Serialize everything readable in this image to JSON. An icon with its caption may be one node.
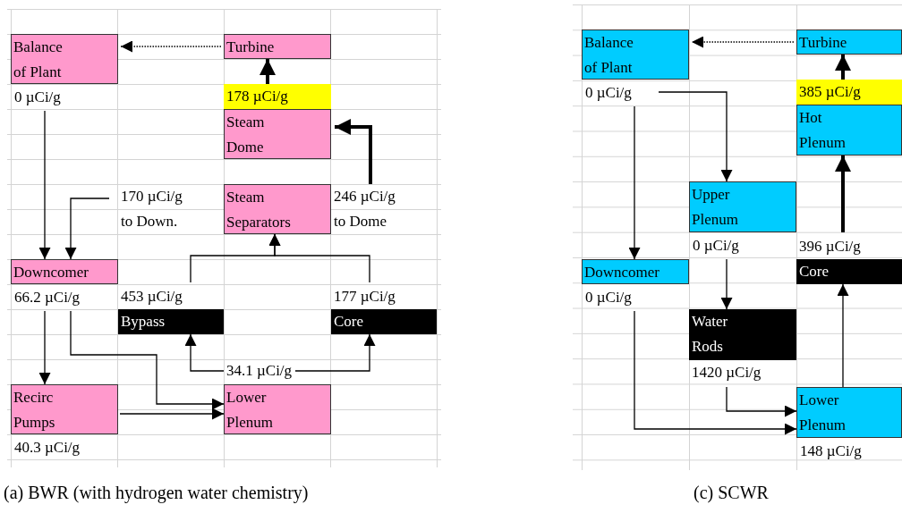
{
  "diagram": {
    "nodes": [
      {
        "text": [
          "Balance of Plant"
        ],
        "beside": [
          "0 µCi/g"
        ]
      },
      {
        "text": [
          "Turbine"
        ]
      },
      {
        "text": [
          "178 µCi/g"
        ]
      },
      {
        "text": [
          "Steam Dome"
        ]
      },
      {
        "text": [
          "170 µCi/g to Down."
        ]
      },
      {
        "text": [
          "Steam Separators"
        ]
      },
      {
        "text": [
          "246 µCi/g to Dome"
        ]
      },
      {
        "text": [
          "Downcomer"
        ],
        "beside": [
          "66.2 µCi/g"
        ]
      },
      {
        "text": [
          "Bypass"
        ],
        "beside": [
          "453 µCi/g"
        ]
      },
      {
        "text": [
          "Core"
        ],
        "beside": [
          "177 µCi/g"
        ]
      },
      {
        "text": [
          "34.1 µCi/g"
        ]
      },
      {
        "text": [
          "Recirc Pumps"
        ],
        "beside": [
          "40.3 µCi/g"
        ]
      },
      {
        "text": [
          "Lower Plenum"
        ]
      },
      {
        "text": [
          "Balance of Plant"
        ],
        "beside": [
          "0 µCi/g"
        ]
      },
      {
        "text": [
          "Turbine"
        ]
      },
      {
        "text": [
          "385 µCi/g"
        ]
      },
      {
        "text": [
          "Hot Plenum"
        ]
      },
      {
        "text": [
          "Upper Plenum"
        ],
        "beside": [
          "0 µCi/g"
        ]
      },
      {
        "text": [
          "Downcomer"
        ],
        "beside": [
          "0 µCi/g"
        ]
      },
      {
        "text": [
          "Core"
        ],
        "beside": [
          "396 µCi/g"
        ]
      },
      {
        "text": [
          "Water Rods"
        ],
        "beside": [
          "1420 µCi/g"
        ]
      },
      {
        "text": [
          "Lower Plenum"
        ],
        "beside": [
          "148 µCi/g"
        ]
      }
    ],
    "edges": [
      {
        "from": 1,
        "to": 0,
        "arrow": "to",
        "style": "dashed"
      },
      {
        "from": 0,
        "to": 7,
        "arrow": "to"
      },
      {
        "from": 2,
        "to": 1,
        "arrow": "to",
        "style": "thick"
      },
      {
        "from": 6,
        "to": 3,
        "arrow": "to",
        "style": "thick"
      },
      {
        "from": 4,
        "to": 7,
        "arrow": "to"
      },
      {
        "from": 8,
        "to": 5,
        "arrow": "to"
      },
      {
        "from": 9,
        "to": 5,
        "arrow": "to"
      },
      {
        "from": 7,
        "to": 11,
        "arrow": "to"
      },
      {
        "from": 7,
        "to": 12,
        "arrow": "to"
      },
      {
        "from": 11,
        "to": 12,
        "arrow": "to"
      },
      {
        "from": 10,
        "to": 8,
        "arrow": "to"
      },
      {
        "from": 10,
        "to": 9,
        "arrow": "to"
      },
      {
        "from": 14,
        "to": 13,
        "arrow": "to",
        "style": "dashed"
      },
      {
        "from": 15,
        "to": 14,
        "arrow": "to",
        "style": "thick"
      },
      {
        "from": 13,
        "to": 18,
        "arrow": "to"
      },
      {
        "from": 13,
        "to": 17,
        "arrow": "to"
      },
      {
        "from": 19,
        "to": 16,
        "arrow": "to",
        "style": "thick"
      },
      {
        "from": 17,
        "to": 20,
        "arrow": "to"
      },
      {
        "from": 18,
        "to": 21,
        "arrow": "to"
      },
      {
        "from": 20,
        "to": 21,
        "arrow": "to"
      },
      {
        "from": 21,
        "to": 19,
        "arrow": "to"
      }
    ],
    "labels": [
      "(a) BWR (with hydrogen water chemistry)",
      "(c) SCWR"
    ]
  }
}
